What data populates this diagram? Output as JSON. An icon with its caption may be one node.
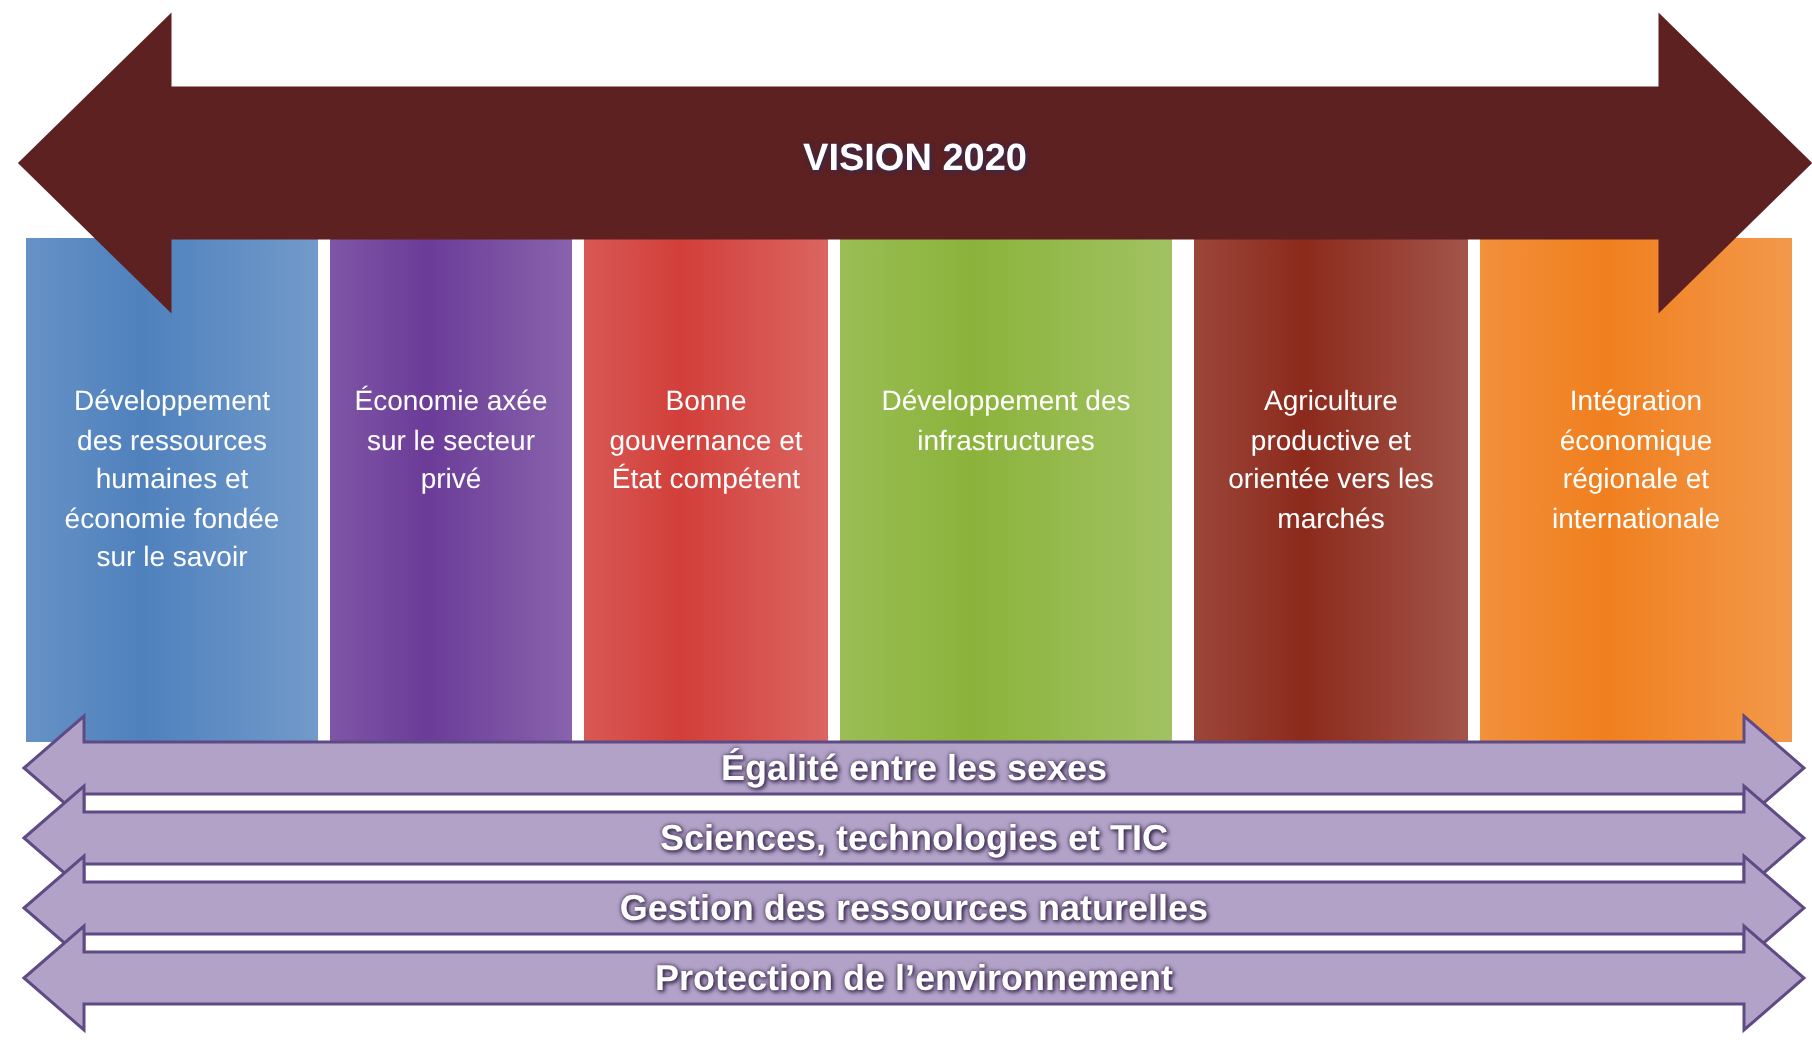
{
  "diagram": {
    "nodes": [
      {
        "text": [
          "VISION 2020"
        ]
      },
      {
        "text": [
          "Développement des ressources humaines et économie fondée sur le savoir"
        ]
      },
      {
        "text": [
          "Économie axée sur le secteur privé"
        ]
      },
      {
        "text": [
          "Bonne gouvernance et État compétent"
        ]
      },
      {
        "text": [
          "Développement des infrastructures"
        ]
      },
      {
        "text": [
          "Agriculture productive et orientée vers les marchés"
        ]
      },
      {
        "text": [
          "Intégration économique régionale et internationale"
        ]
      },
      {
        "text": [
          "Égalité entre les sexes"
        ]
      },
      {
        "text": [
          "Sciences, technologies et TIC"
        ]
      },
      {
        "text": [
          "Gestion des ressources naturelles"
        ]
      },
      {
        "text": [
          "Protection de l’environnement"
        ]
      }
    ]
  }
}
